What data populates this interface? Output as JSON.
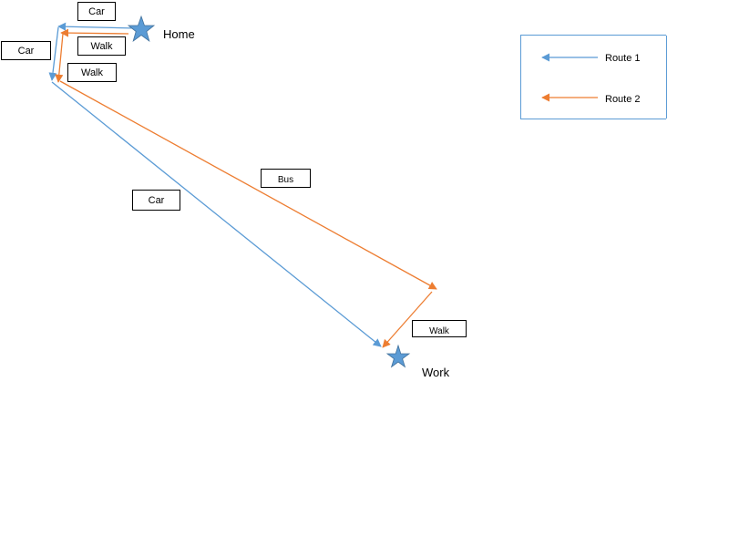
{
  "places": {
    "home": "Home",
    "work": "Work"
  },
  "route_labels": {
    "car_top": "Car",
    "car_left": "Car",
    "walk_top": "Walk",
    "walk_left": "Walk",
    "car_diagonal": "Car",
    "bus": "Bus",
    "walk_bottom": "Walk"
  },
  "legend": {
    "route1": "Route 1",
    "route2": "Route 2"
  },
  "colors": {
    "route1": "#5b9bd5",
    "route2": "#ed7d31",
    "star": "#5b9bd5"
  },
  "icons": {
    "home_marker": "star-icon",
    "work_marker": "star-icon"
  }
}
